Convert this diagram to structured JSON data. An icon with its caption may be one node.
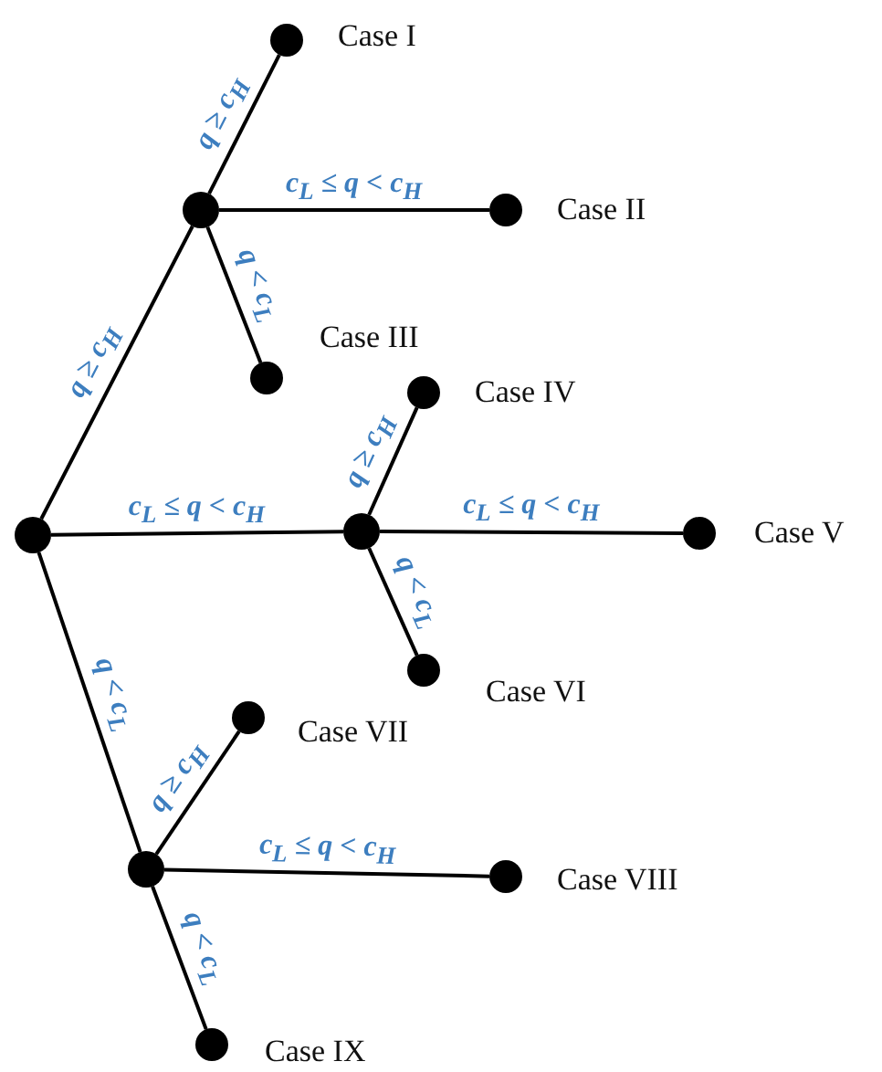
{
  "diagram": {
    "nodes": [
      {
        "text": [],
        "shape": "circle"
      },
      {
        "text": [],
        "shape": "circle"
      },
      {
        "text": [],
        "shape": "circle",
        "beside": [
          "Case I"
        ]
      },
      {
        "text": [],
        "shape": "circle",
        "beside": [
          "Case II"
        ]
      },
      {
        "text": [],
        "shape": "circle",
        "beside": [
          "Case III"
        ]
      },
      {
        "text": [],
        "shape": "circle"
      },
      {
        "text": [],
        "shape": "circle",
        "beside": [
          "Case IV"
        ]
      },
      {
        "text": [],
        "shape": "circle",
        "beside": [
          "Case V"
        ]
      },
      {
        "text": [],
        "shape": "circle",
        "beside": [
          "Case VI"
        ]
      },
      {
        "text": [],
        "shape": "circle"
      },
      {
        "text": [],
        "shape": "circle",
        "beside": [
          "Case VII"
        ]
      },
      {
        "text": [],
        "shape": "circle",
        "beside": [
          "Case VIII"
        ]
      },
      {
        "text": [],
        "shape": "circle",
        "beside": [
          "Case IX"
        ]
      }
    ],
    "edges": [
      {
        "from": 0,
        "to": 1,
        "arrow": "none",
        "label": "q ≥ c$_{H}$"
      },
      {
        "from": 1,
        "to": 2,
        "arrow": "none",
        "label": "q ≥ c$_{H}$"
      },
      {
        "from": 1,
        "to": 3,
        "arrow": "none",
        "label": "c$_{L}$ ≤ q < c$_{H}$"
      },
      {
        "from": 1,
        "to": 4,
        "arrow": "none",
        "label": "q < c$_{L}$"
      },
      {
        "from": 0,
        "to": 5,
        "arrow": "none",
        "label": "c$_{L}$ ≤ q < c$_{H}$"
      },
      {
        "from": 5,
        "to": 6,
        "arrow": "none",
        "label": "q ≥ c$_{H}$"
      },
      {
        "from": 5,
        "to": 7,
        "arrow": "none",
        "label": "c$_{L}$ ≤ q < c$_{H}$"
      },
      {
        "from": 5,
        "to": 8,
        "arrow": "none",
        "label": "q < c$_{L}$"
      },
      {
        "from": 0,
        "to": 9,
        "arrow": "none",
        "label": "q < c$_{L}$"
      },
      {
        "from": 9,
        "to": 10,
        "arrow": "none",
        "label": "q ≥ c$_{H}$"
      },
      {
        "from": 9,
        "to": 11,
        "arrow": "none",
        "label": "c$_{L}$ ≤ q < c$_{H}$"
      },
      {
        "from": 9,
        "to": 12,
        "arrow": "none",
        "label": "q < c$_{L}$"
      }
    ]
  }
}
